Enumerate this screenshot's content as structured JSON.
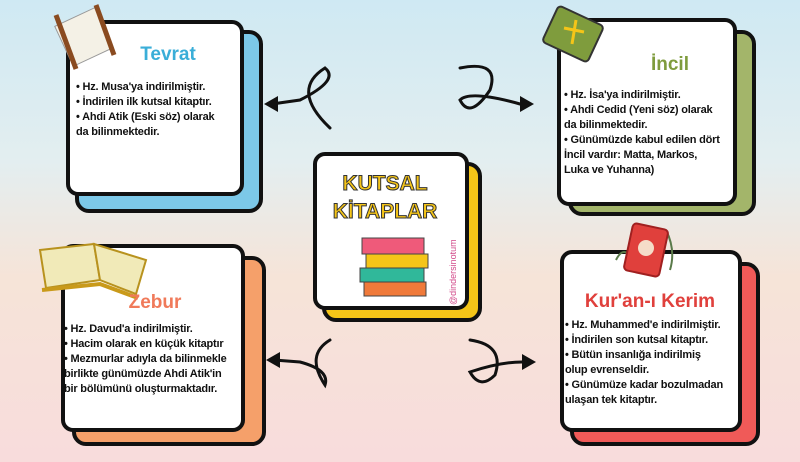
{
  "center": {
    "title_line1": "KUTSAL",
    "title_line2": "KİTAPLAR",
    "watermark": "@dindersinotum",
    "color": "#f5c518"
  },
  "cards": [
    {
      "title": "Tevrat",
      "color": "#3aaed8",
      "shadow": "#7cc8e8",
      "items": [
        "• Hz. Musa'ya indirilmiştir.",
        "• İndirilen  ilk kutsal kitaptır.",
        "• Ahdi Atik (Eski söz) olarak",
        "da bilinmektedir."
      ]
    },
    {
      "title": "İncil",
      "color": "#7f9c3d",
      "shadow": "#a3b56a",
      "items": [
        "• Hz. İsa'ya indirilmiştir.",
        "• Ahdi Cedid (Yeni söz) olarak",
        "da bilinmektedir.",
        "• Günümüzde kabul edilen dört",
        "İncil vardır: Matta, Markos,",
        "Luka ve Yuhanna)"
      ]
    },
    {
      "title": "Zebur",
      "color": "#f07a5a",
      "shadow": "#f5a06a",
      "items": [
        "• Hz. Davud'a indirilmiştir.",
        "• Hacim olarak en küçük kitaptır",
        "• Mezmurlar adıyla da bilinmekle",
        "birlikte günümüzde  Ahdi Atik'in",
        "bir bölümünü oluşturmaktadır."
      ]
    },
    {
      "title": "Kur'an-ı Kerim",
      "color": "#e0403c",
      "shadow": "#f05a58",
      "items": [
        "• Hz. Muhammed'e indirilmiştir.",
        "• İndirilen  son kutsal kitaptır.",
        "• Bütün insanlığa indirilmiş",
        "olup evrenseldir.",
        "• Günümüze kadar bozulmadan",
        "ulaşan tek kitaptır."
      ]
    }
  ]
}
